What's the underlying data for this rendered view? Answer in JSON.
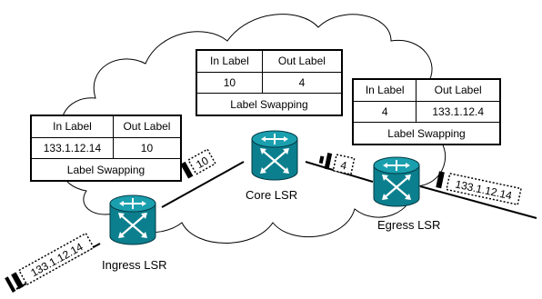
{
  "tables": {
    "ingress": {
      "headers": [
        "In Label",
        "Out Label"
      ],
      "row": [
        "133.1.12.14",
        "10"
      ],
      "footer": "Label Swapping"
    },
    "core": {
      "headers": [
        "In Label",
        "Out Label"
      ],
      "row": [
        "10",
        "4"
      ],
      "footer": "Label Swapping"
    },
    "egress": {
      "headers": [
        "In Label",
        "Out Label"
      ],
      "row": [
        "4",
        "133.1.12.4"
      ],
      "footer": "Label Swapping"
    }
  },
  "routers": {
    "ingress": "Ingress LSR",
    "core": "Core LSR",
    "egress": "Egress LSR"
  },
  "packets": {
    "in": "133.1.12.14",
    "ingress_to_core": "10",
    "core_to_egress": "4",
    "out": "133.1.12.14"
  },
  "colors": {
    "router_body": "#0b7f8e",
    "router_top": "#1a9fae",
    "line": "#000000"
  }
}
